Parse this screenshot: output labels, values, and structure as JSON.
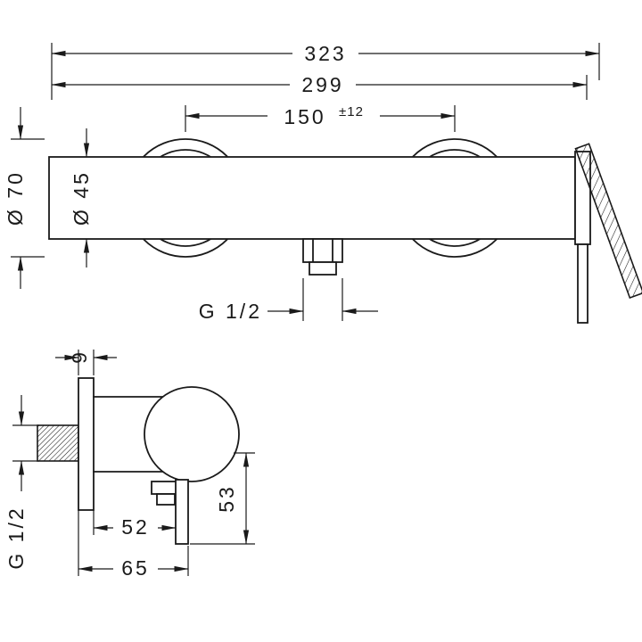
{
  "drawing": {
    "background": "#ffffff",
    "line_color": "#1a1a1a",
    "front_view": {
      "overall_width": "323",
      "body_width": "299",
      "connection_centers": "150",
      "connection_tolerance": "±12",
      "escutcheon_diameter": "Ø 70",
      "body_diameter": "Ø 45",
      "connection_thread": "G 1/2"
    },
    "side_view": {
      "escutcheon_depth": "9",
      "inlet_thread": "G 1/2",
      "wall_to_lever": "52",
      "wall_to_front": "65",
      "lever_drop": "53"
    }
  }
}
